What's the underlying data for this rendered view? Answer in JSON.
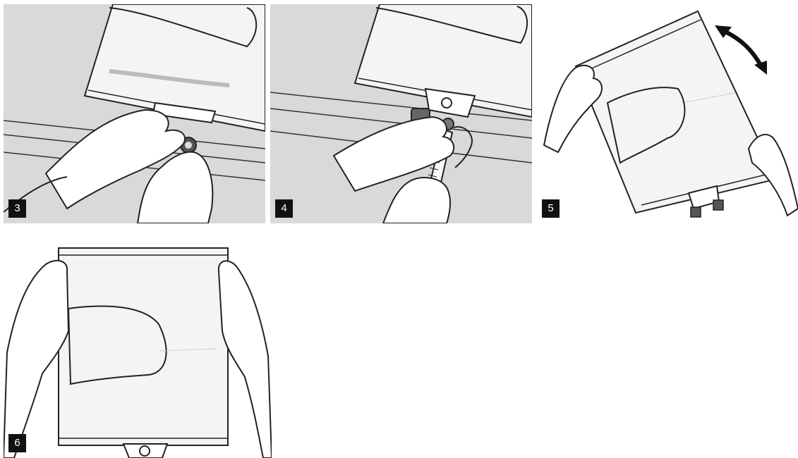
{
  "steps": [
    {
      "number": "3"
    },
    {
      "number": "4"
    },
    {
      "number": "5"
    },
    {
      "number": "6"
    }
  ],
  "colors": {
    "background_panel": "#d9d9d9",
    "line": "#222222",
    "glove": "#ffffff",
    "bag": "#f4f4f4",
    "badge": "#111111",
    "badge_text": "#ffffff"
  },
  "icons": {
    "rotate_arrow": "double-headed-curved-arrow-icon"
  }
}
